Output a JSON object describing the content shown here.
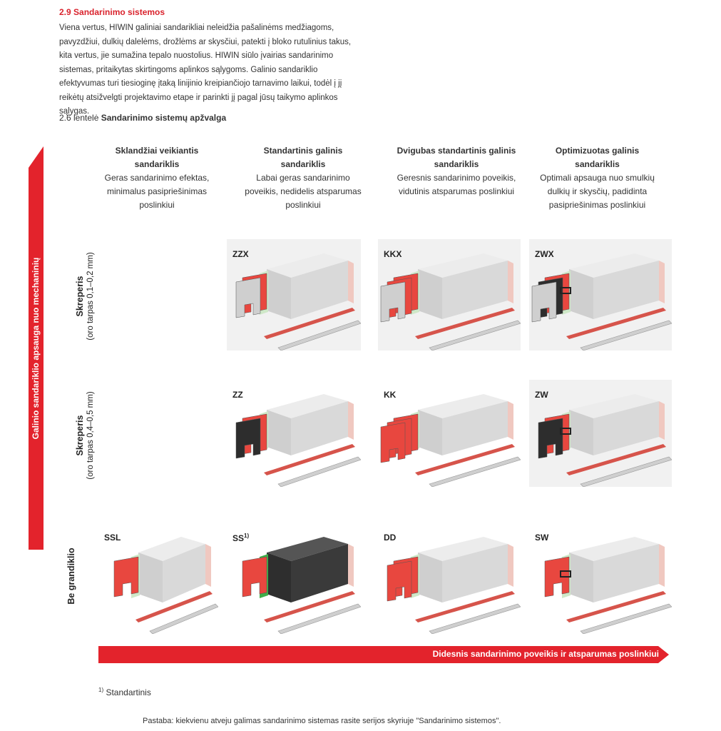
{
  "section": {
    "title": "2.9 Sandarinimo sistemos",
    "intro": "Viena vertus, HIWIN galiniai sandarikliai neleidžia pašalinėms medžiagoms, pavyzdžiui, dulkių dalelėms, drožlėms ar skysčiui, patekti į bloko rutulinius takus, kita vertus, jie sumažina tepalo nuostolius. HIWIN siūlo įvairias sandarinimo sistemas, pritaikytas skirtingoms aplinkos sąlygoms. Galinio sandariklio efektyvumas turi tiesioginę įtaką linijinio kreipiančiojo tarnavimo laikui, todėl į jį reikėtų atsižvelgti projektavimo etape ir parinkti jį pagal jūsų taikymo aplinkos sąlygas."
  },
  "table": {
    "title_prefix": "2.6 lentelė",
    "title_bold": "Sandarinimo sistemų apžvalga",
    "columns": [
      {
        "title": "Sklandžiai veikiantis sandariklis",
        "desc": "Geras sandarinimo efektas, minimalus pasipriešinimas poslinkiui"
      },
      {
        "title": "Standartinis galinis sandariklis",
        "desc": "Labai geras sandarinimo poveikis, nedidelis atsparumas poslinkiui"
      },
      {
        "title": "Dvigubas standartinis galinis sandariklis",
        "desc": "Geresnis sandarinimo poveikis, vidutinis atsparumas poslinkiui"
      },
      {
        "title": "Optimizuotas galinis sandariklis",
        "desc": "Optimali apsauga nuo smulkių dulkių ir skysčių, padidinta pasipriešinimas poslinkiui"
      }
    ],
    "rows": [
      {
        "title": "Skreperis",
        "desc": "(oro tarpas 0,1–0,2 mm)"
      },
      {
        "title": "Skreperis",
        "desc": "(oro tarpas 0,4–0,5 mm)"
      },
      {
        "title": "Be grandiklio",
        "desc": ""
      }
    ],
    "cells": [
      [
        "",
        "ZZX",
        "KKX",
        "ZWX"
      ],
      [
        "",
        "ZZ",
        "KK",
        "ZW"
      ],
      [
        "SSL",
        "SS",
        "DD",
        "SW"
      ]
    ],
    "ss_footnote_mark": "1)"
  },
  "arrows": {
    "vertical": "Galinio sandariklio apsauga nuo mechaninių",
    "horizontal": "Didesnis sandarinimo poveikis ir atsparumas poslinkiui"
  },
  "footnote": {
    "mark": "1)",
    "text": "Standartinis"
  },
  "note": "Pastaba: kiekvienu atveju galimas sandarinimo sistemas rasite serijos skyriuje \"Sandarinimo sistemos\".",
  "colors": {
    "accent": "#e3232c",
    "seal_red": "#e8473f",
    "seal_dark": "#2d2d2d",
    "seal_green": "#cfe8c8",
    "block_grey": "#d8d8d8"
  }
}
